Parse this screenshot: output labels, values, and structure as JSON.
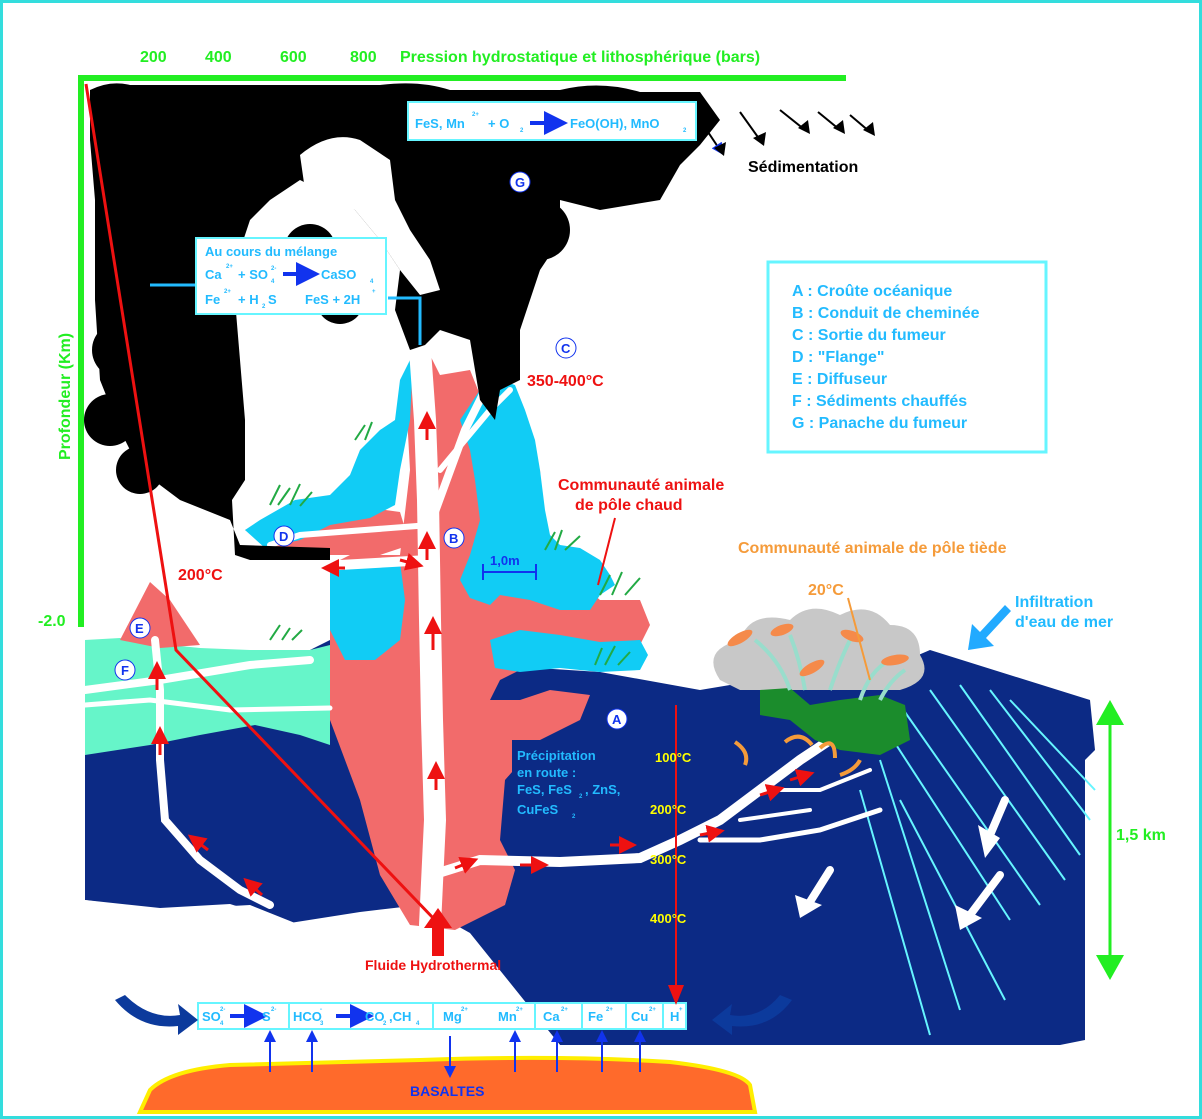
{
  "axis": {
    "pressure_title": "Pression hydrostatique et lithosphérique (bars)",
    "pressure_ticks": [
      "200",
      "400",
      "600",
      "800"
    ],
    "depth_title": "Profondeur (Km)",
    "depth_value": "-2.0"
  },
  "reactions": {
    "plume": {
      "left": "FeS, Mn",
      "left_sup": "2+",
      "mid": "+ O",
      "mid_sub": "2",
      "right": "FeO(OH), MnO",
      "right_sub": "2"
    },
    "mixing": {
      "title": "Au cours du mélange",
      "line1": [
        "Ca",
        "2+",
        "+ SO",
        "4",
        "2-",
        "CaSO",
        "4"
      ],
      "line2": [
        "Fe",
        "2+",
        "+ H",
        "2",
        "S",
        "FeS + 2H",
        "+"
      ]
    }
  },
  "labels": {
    "sedimentation": "Sédimentation",
    "temp_vent": "350-400°C",
    "temp_diffuser": "200°C",
    "temp_warm": "20°C",
    "hot_community": [
      "Communauté animale",
      "de pôle chaud"
    ],
    "warm_community": "Communauté animale de pôle tiède",
    "infiltration": [
      "Infiltration",
      "d'eau de mer"
    ],
    "scale": "1,0m",
    "thickness": "1,5 km",
    "fluid": "Fluide Hydrothermal",
    "basalts": "BASALTES",
    "precipitation": [
      "Précipitation",
      "en route :",
      "FeS, FeS",
      "2",
      ", ZnS,",
      "CuFeS",
      "2"
    ],
    "isotherms": [
      "100°C",
      "200°C",
      "300°C",
      "400°C"
    ]
  },
  "markers": [
    "A",
    "B",
    "C",
    "D",
    "E",
    "F",
    "G"
  ],
  "legend": [
    "A : Croûte océanique",
    "B : Conduit de cheminée",
    "C : Sortie du fumeur",
    "D : \"Flange\"",
    "E : Diffuseur",
    "F : Sédiments chauffés",
    "G : Panache du fumeur"
  ],
  "exchange_bar": [
    {
      "base": "SO",
      "sub": "4",
      "sup": "2-"
    },
    {
      "base": "S",
      "sup": "2-"
    },
    {
      "base": "HCO",
      "sub": "3",
      "sup": "-"
    },
    {
      "base": "CO",
      "sub": "2",
      "tail": ",CH",
      "tail_sub": "4"
    },
    {
      "base": "Mg",
      "sup": "2+"
    },
    {
      "base": "Mn",
      "sup": "2+"
    },
    {
      "base": "Ca",
      "sup": "2+"
    },
    {
      "base": "Fe",
      "sup": "2+"
    },
    {
      "base": "Cu",
      "sup": "2+"
    },
    {
      "base": "H",
      "sup": "+"
    }
  ],
  "colors": {
    "crust": "#0c2a85",
    "chimney": "#f26b6b",
    "water_blue": "#11ccf5",
    "plume": "#000000",
    "sediment": "#66f5c9",
    "basalt": "#ff6a2b",
    "axis_green": "#22ee22",
    "red_text": "#ee1111",
    "cyan_text": "#22bbff",
    "orange_text": "#f59b3a",
    "yellow_text": "#ffff00"
  }
}
